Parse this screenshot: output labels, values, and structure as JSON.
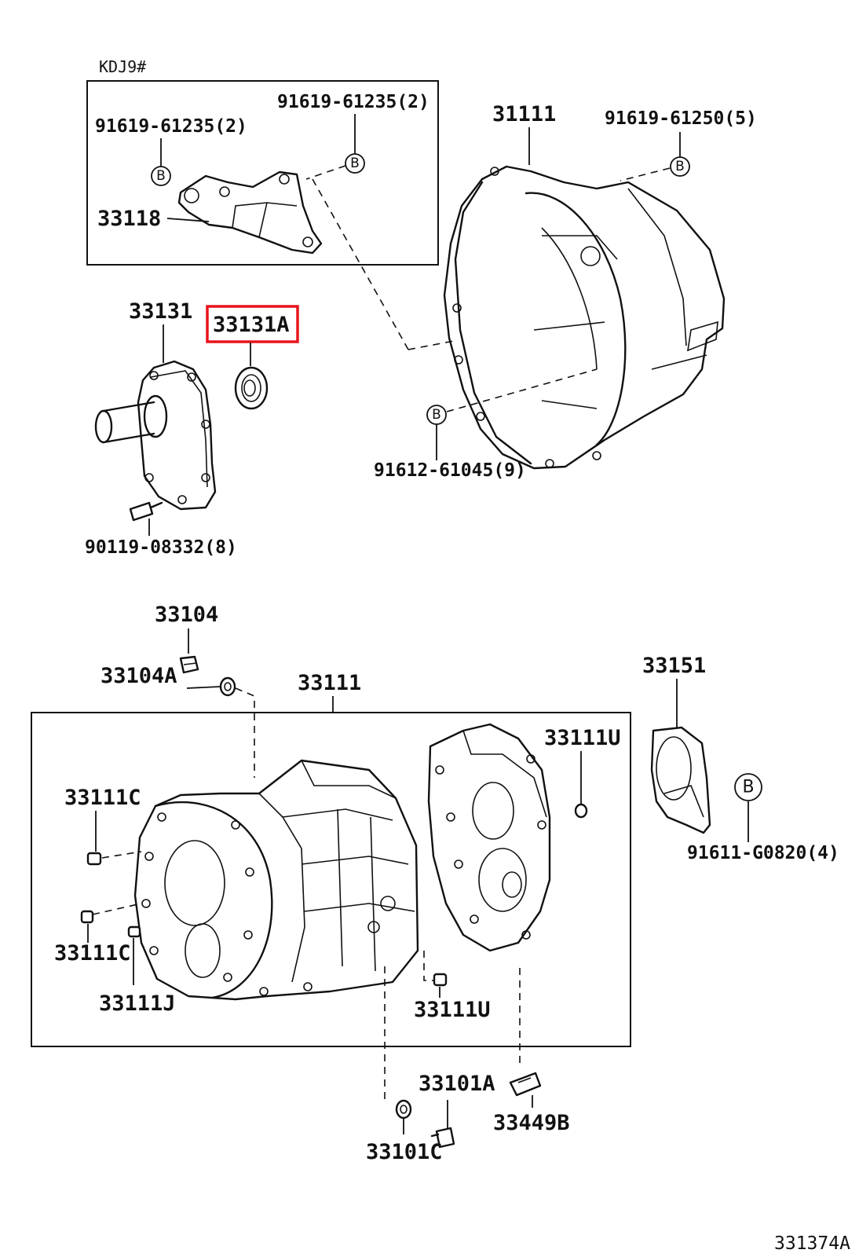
{
  "group_label": "KDJ9#",
  "callouts": {
    "bolt_a1": "91619-61235(2)",
    "bolt_a2": "91619-61235(2)",
    "bracket": "33118",
    "housing_top": "31111",
    "bolt_c": "91619-61250(5)",
    "retainer": "33131",
    "seal": "33131A",
    "bolt_d": "91612-61045(9)",
    "bolt_e": "90119-08332(8)",
    "plug": "33104",
    "gasket": "33104A",
    "case_group": "33111",
    "pin_u1": "33111U",
    "pin_c1": "33111C",
    "pin_c2": "33111C",
    "pin_j": "33111J",
    "pin_u2": "33111U",
    "cover": "33151",
    "bolt_f": "91611-G0820(4)",
    "drain_a": "33101A",
    "magnet": "33449B",
    "drain_c": "33101C"
  },
  "bolt_marker": "B",
  "highlighted_part": "33131A",
  "diagram_id": "331374A",
  "colors": {
    "highlight": "#e8141c",
    "line": "#111111",
    "background": "#ffffff"
  }
}
